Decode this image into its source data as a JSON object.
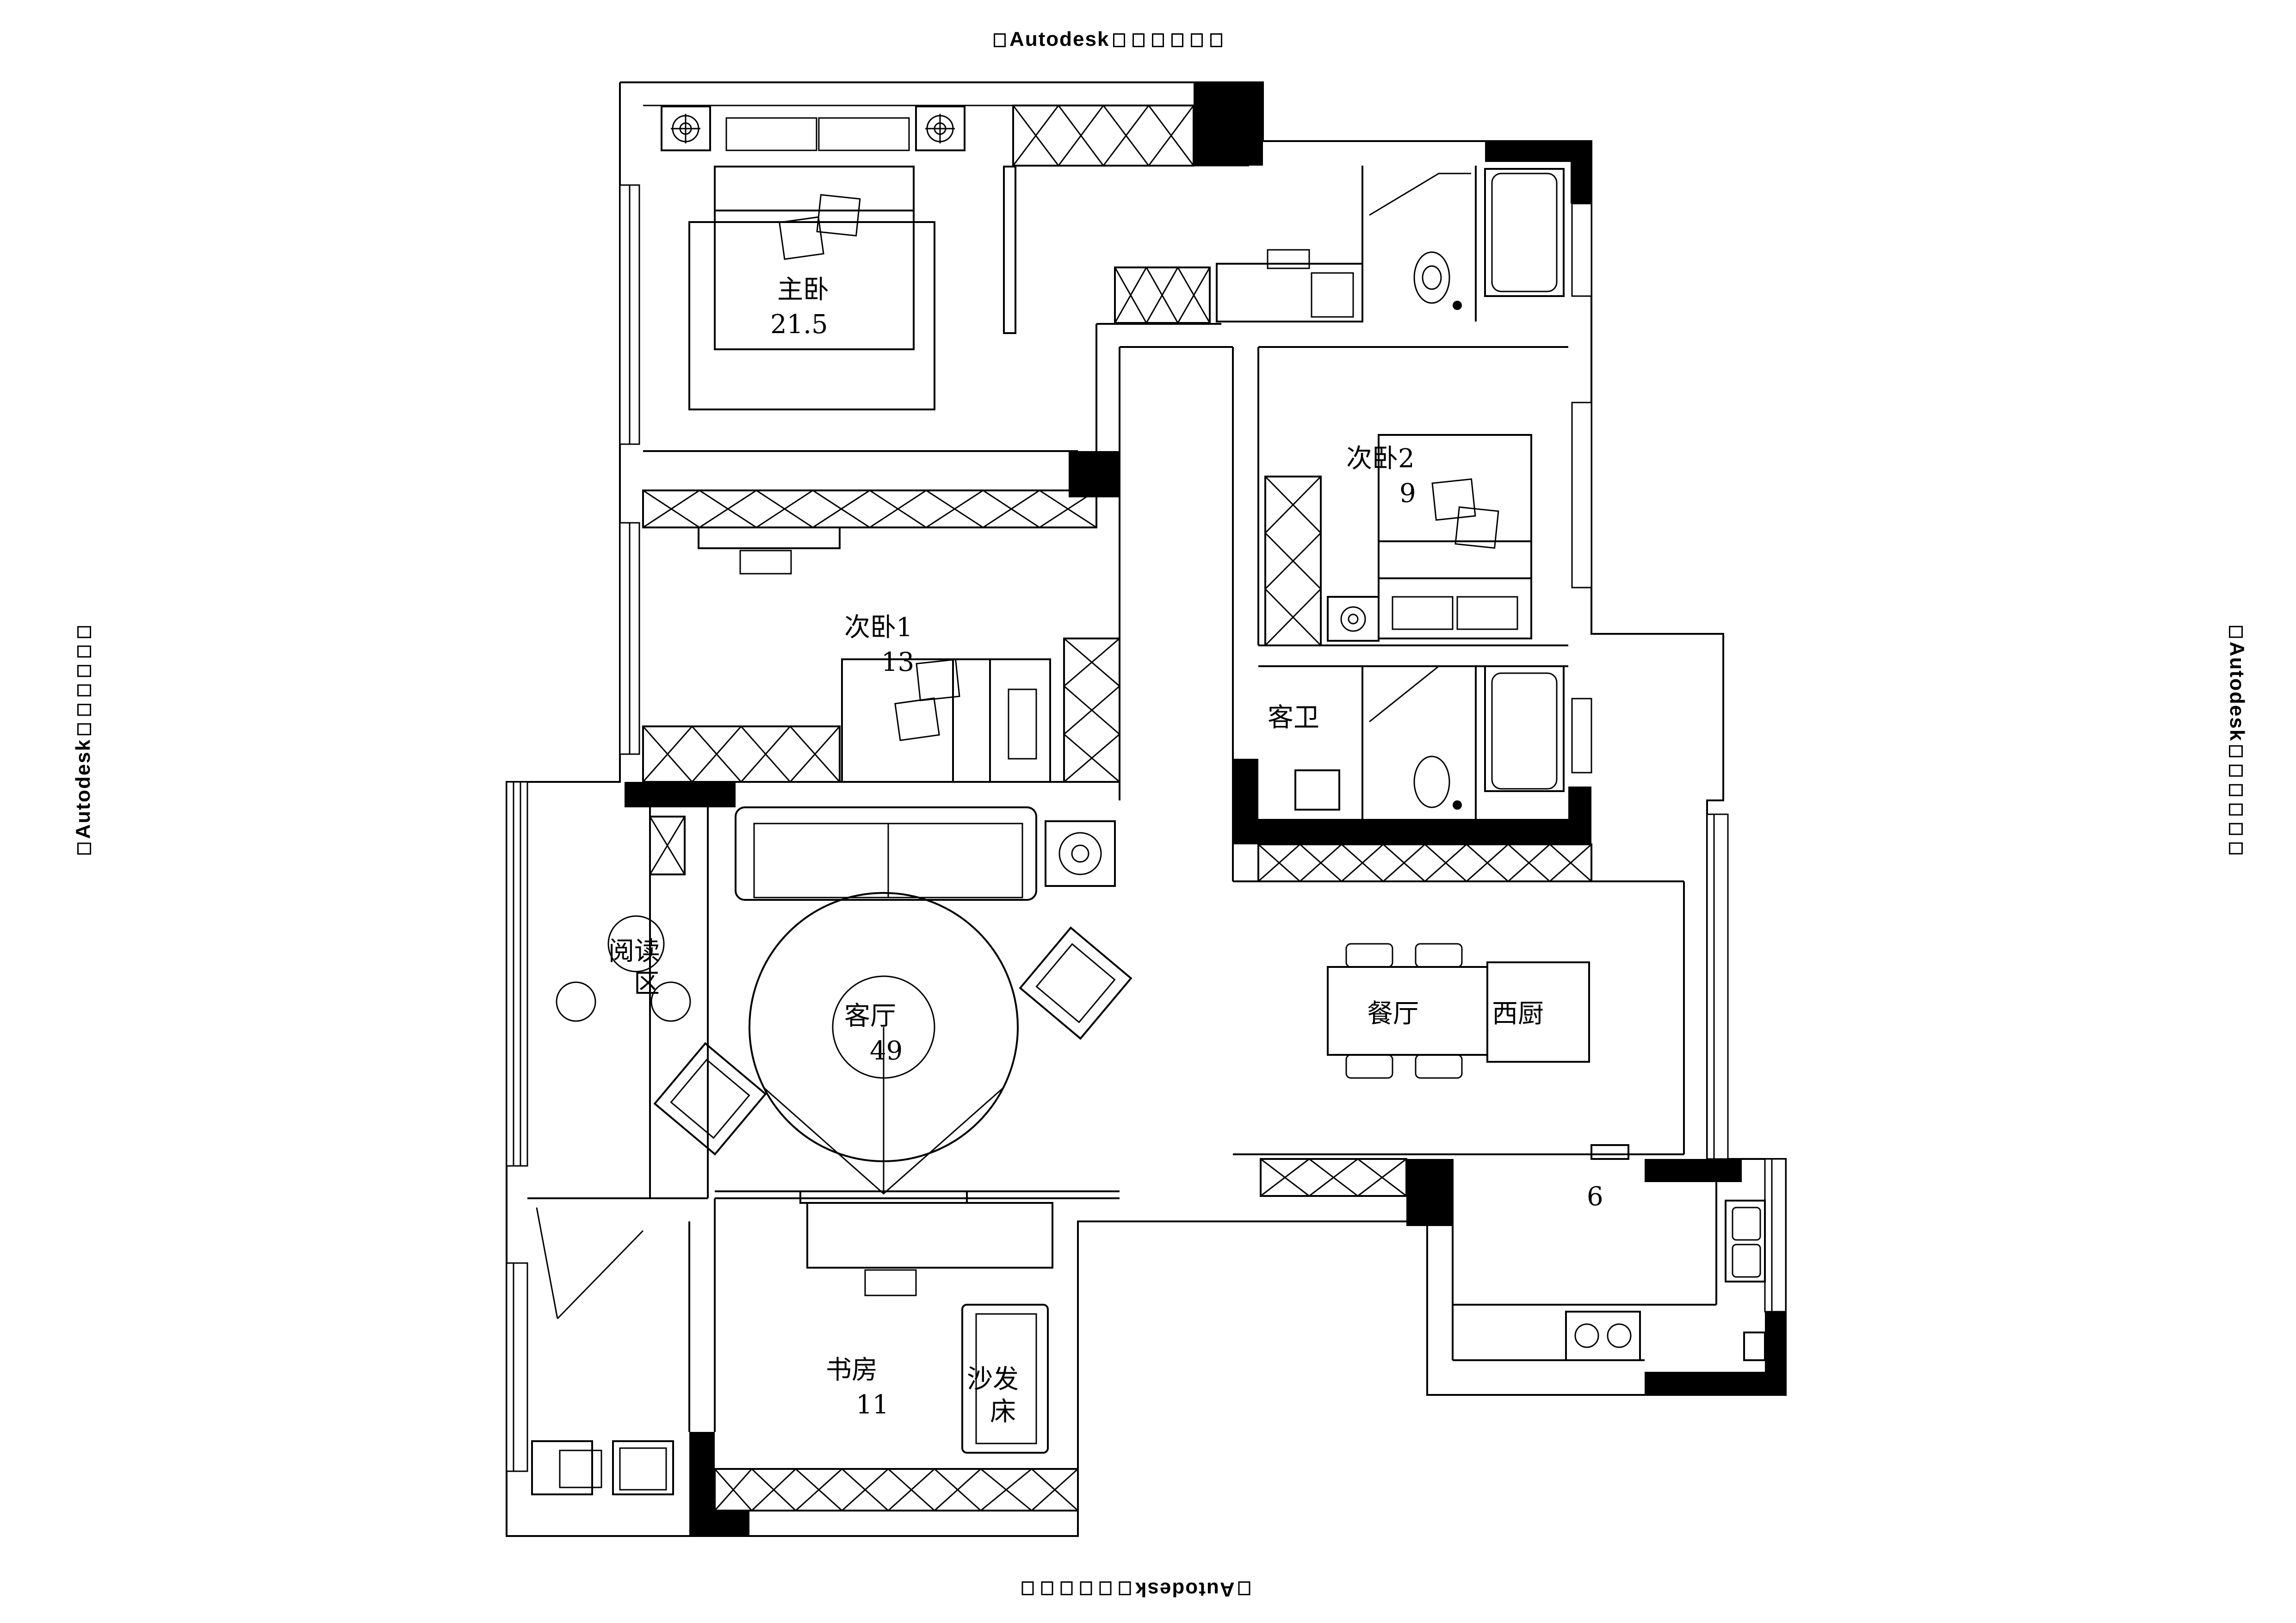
{
  "watermark": {
    "top": "Autodesk",
    "bottom": "Autodesk",
    "left": "Autodesk",
    "right": "Autodesk"
  },
  "rooms": {
    "master_bedroom": {
      "name": "主卧",
      "area": "21.5"
    },
    "bedroom2": {
      "name": "次卧2",
      "area": "9"
    },
    "bedroom1": {
      "name": "次卧1",
      "area": "13"
    },
    "guest_bath": {
      "name": "客卫"
    },
    "reading": {
      "name_line1": "阅读",
      "name_line2": "区"
    },
    "living": {
      "name": "客厅",
      "area": "49"
    },
    "dining": {
      "name": "餐厅"
    },
    "western_kitchen": {
      "name": "西厨"
    },
    "kitchen": {
      "area": "6"
    },
    "study": {
      "name": "书房",
      "area": "11"
    },
    "sofa_bed": {
      "line1": "沙发",
      "line2": "床"
    }
  }
}
